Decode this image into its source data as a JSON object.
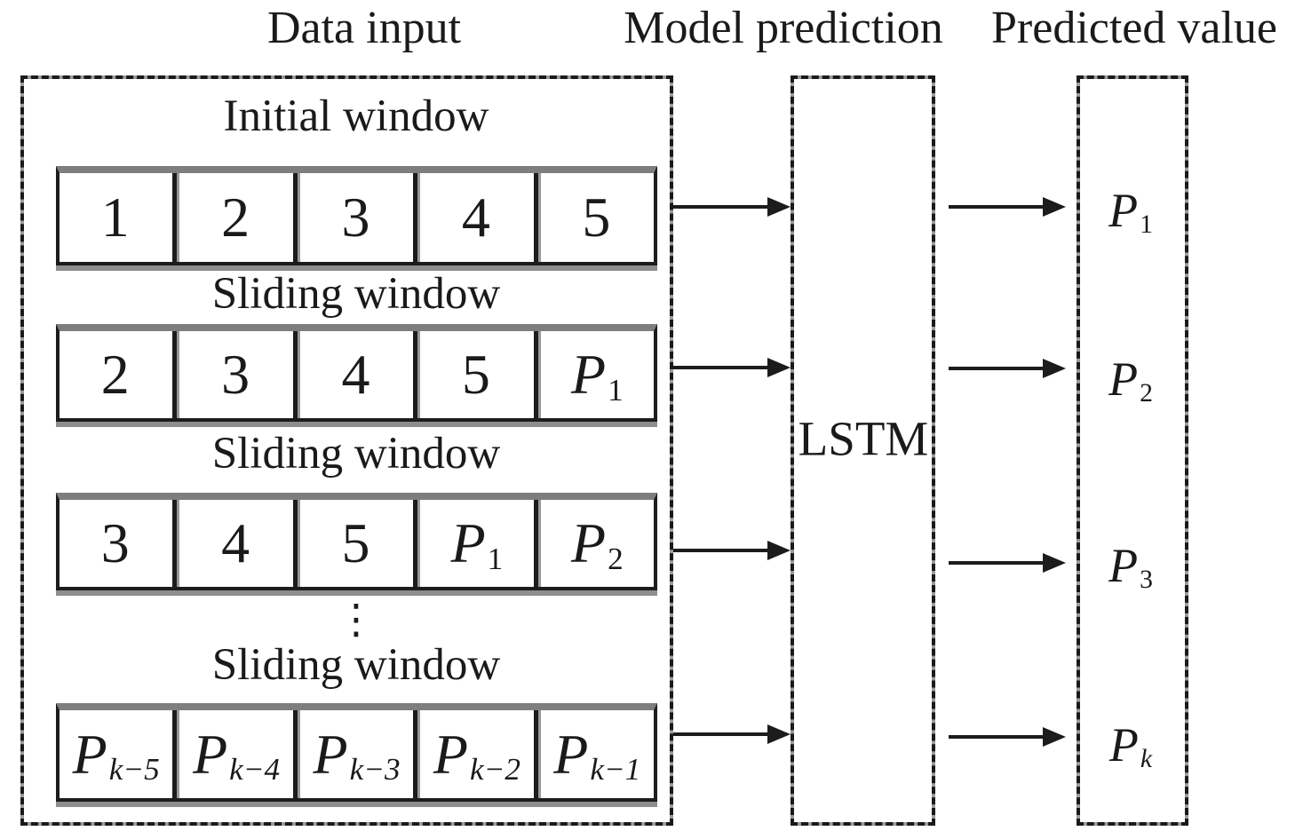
{
  "titles": {
    "data_input": "Data input",
    "model_prediction": "Model prediction",
    "predicted_value": "Predicted value"
  },
  "model": {
    "label": "LSTM"
  },
  "windows": [
    {
      "label": "Initial window",
      "cells": [
        {
          "base": "1",
          "sub": ""
        },
        {
          "base": "2",
          "sub": ""
        },
        {
          "base": "3",
          "sub": ""
        },
        {
          "base": "4",
          "sub": ""
        },
        {
          "base": "5",
          "sub": ""
        }
      ]
    },
    {
      "label": "Sliding window",
      "cells": [
        {
          "base": "2",
          "sub": ""
        },
        {
          "base": "3",
          "sub": ""
        },
        {
          "base": "4",
          "sub": ""
        },
        {
          "base": "5",
          "sub": ""
        },
        {
          "base": "P",
          "sub": "1"
        }
      ]
    },
    {
      "label": "Sliding window",
      "cells": [
        {
          "base": "3",
          "sub": ""
        },
        {
          "base": "4",
          "sub": ""
        },
        {
          "base": "5",
          "sub": ""
        },
        {
          "base": "P",
          "sub": "1"
        },
        {
          "base": "P",
          "sub": "2"
        }
      ]
    },
    {
      "label": "Sliding window",
      "cells": [
        {
          "base": "P",
          "sub": "k−5"
        },
        {
          "base": "P",
          "sub": "k−4"
        },
        {
          "base": "P",
          "sub": "k−3"
        },
        {
          "base": "P",
          "sub": "k−2"
        },
        {
          "base": "P",
          "sub": "k−1"
        }
      ]
    }
  ],
  "ellipsis": "⋮",
  "predicted_values": [
    {
      "base": "P",
      "sub": "1"
    },
    {
      "base": "P",
      "sub": "2"
    },
    {
      "base": "P",
      "sub": "3"
    },
    {
      "base": "P",
      "sub": "k"
    }
  ],
  "colors": {
    "ink": "#1a1a1a",
    "border_gray": "#7e7e7e",
    "shadow_gray": "#8d8d8d"
  }
}
